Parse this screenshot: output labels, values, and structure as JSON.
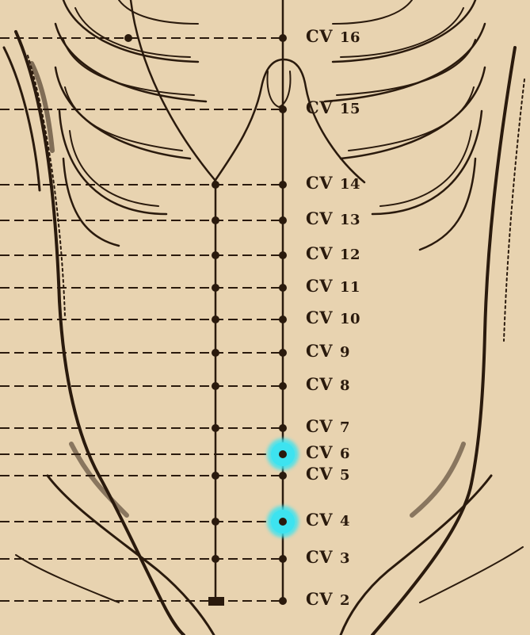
{
  "title": "",
  "colors": {
    "paper": "#e8d3b0",
    "ink": "#2a1a0d",
    "highlight": "#3de3f0"
  },
  "points": [
    {
      "prefix": "CV",
      "num": "16",
      "highlighted": false
    },
    {
      "prefix": "CV",
      "num": "15",
      "highlighted": false
    },
    {
      "prefix": "CV",
      "num": "14",
      "highlighted": false
    },
    {
      "prefix": "CV",
      "num": "13",
      "highlighted": false
    },
    {
      "prefix": "CV",
      "num": "12",
      "highlighted": false
    },
    {
      "prefix": "CV",
      "num": "11",
      "highlighted": false
    },
    {
      "prefix": "CV",
      "num": "10",
      "highlighted": false
    },
    {
      "prefix": "CV",
      "num": "9",
      "highlighted": false
    },
    {
      "prefix": "CV",
      "num": "8",
      "highlighted": false
    },
    {
      "prefix": "CV",
      "num": "7",
      "highlighted": false
    },
    {
      "prefix": "CV",
      "num": "6",
      "highlighted": true
    },
    {
      "prefix": "CV",
      "num": "5",
      "highlighted": false
    },
    {
      "prefix": "CV",
      "num": "4",
      "highlighted": true
    },
    {
      "prefix": "CV",
      "num": "3",
      "highlighted": false
    },
    {
      "prefix": "CV",
      "num": "2",
      "highlighted": false
    }
  ]
}
